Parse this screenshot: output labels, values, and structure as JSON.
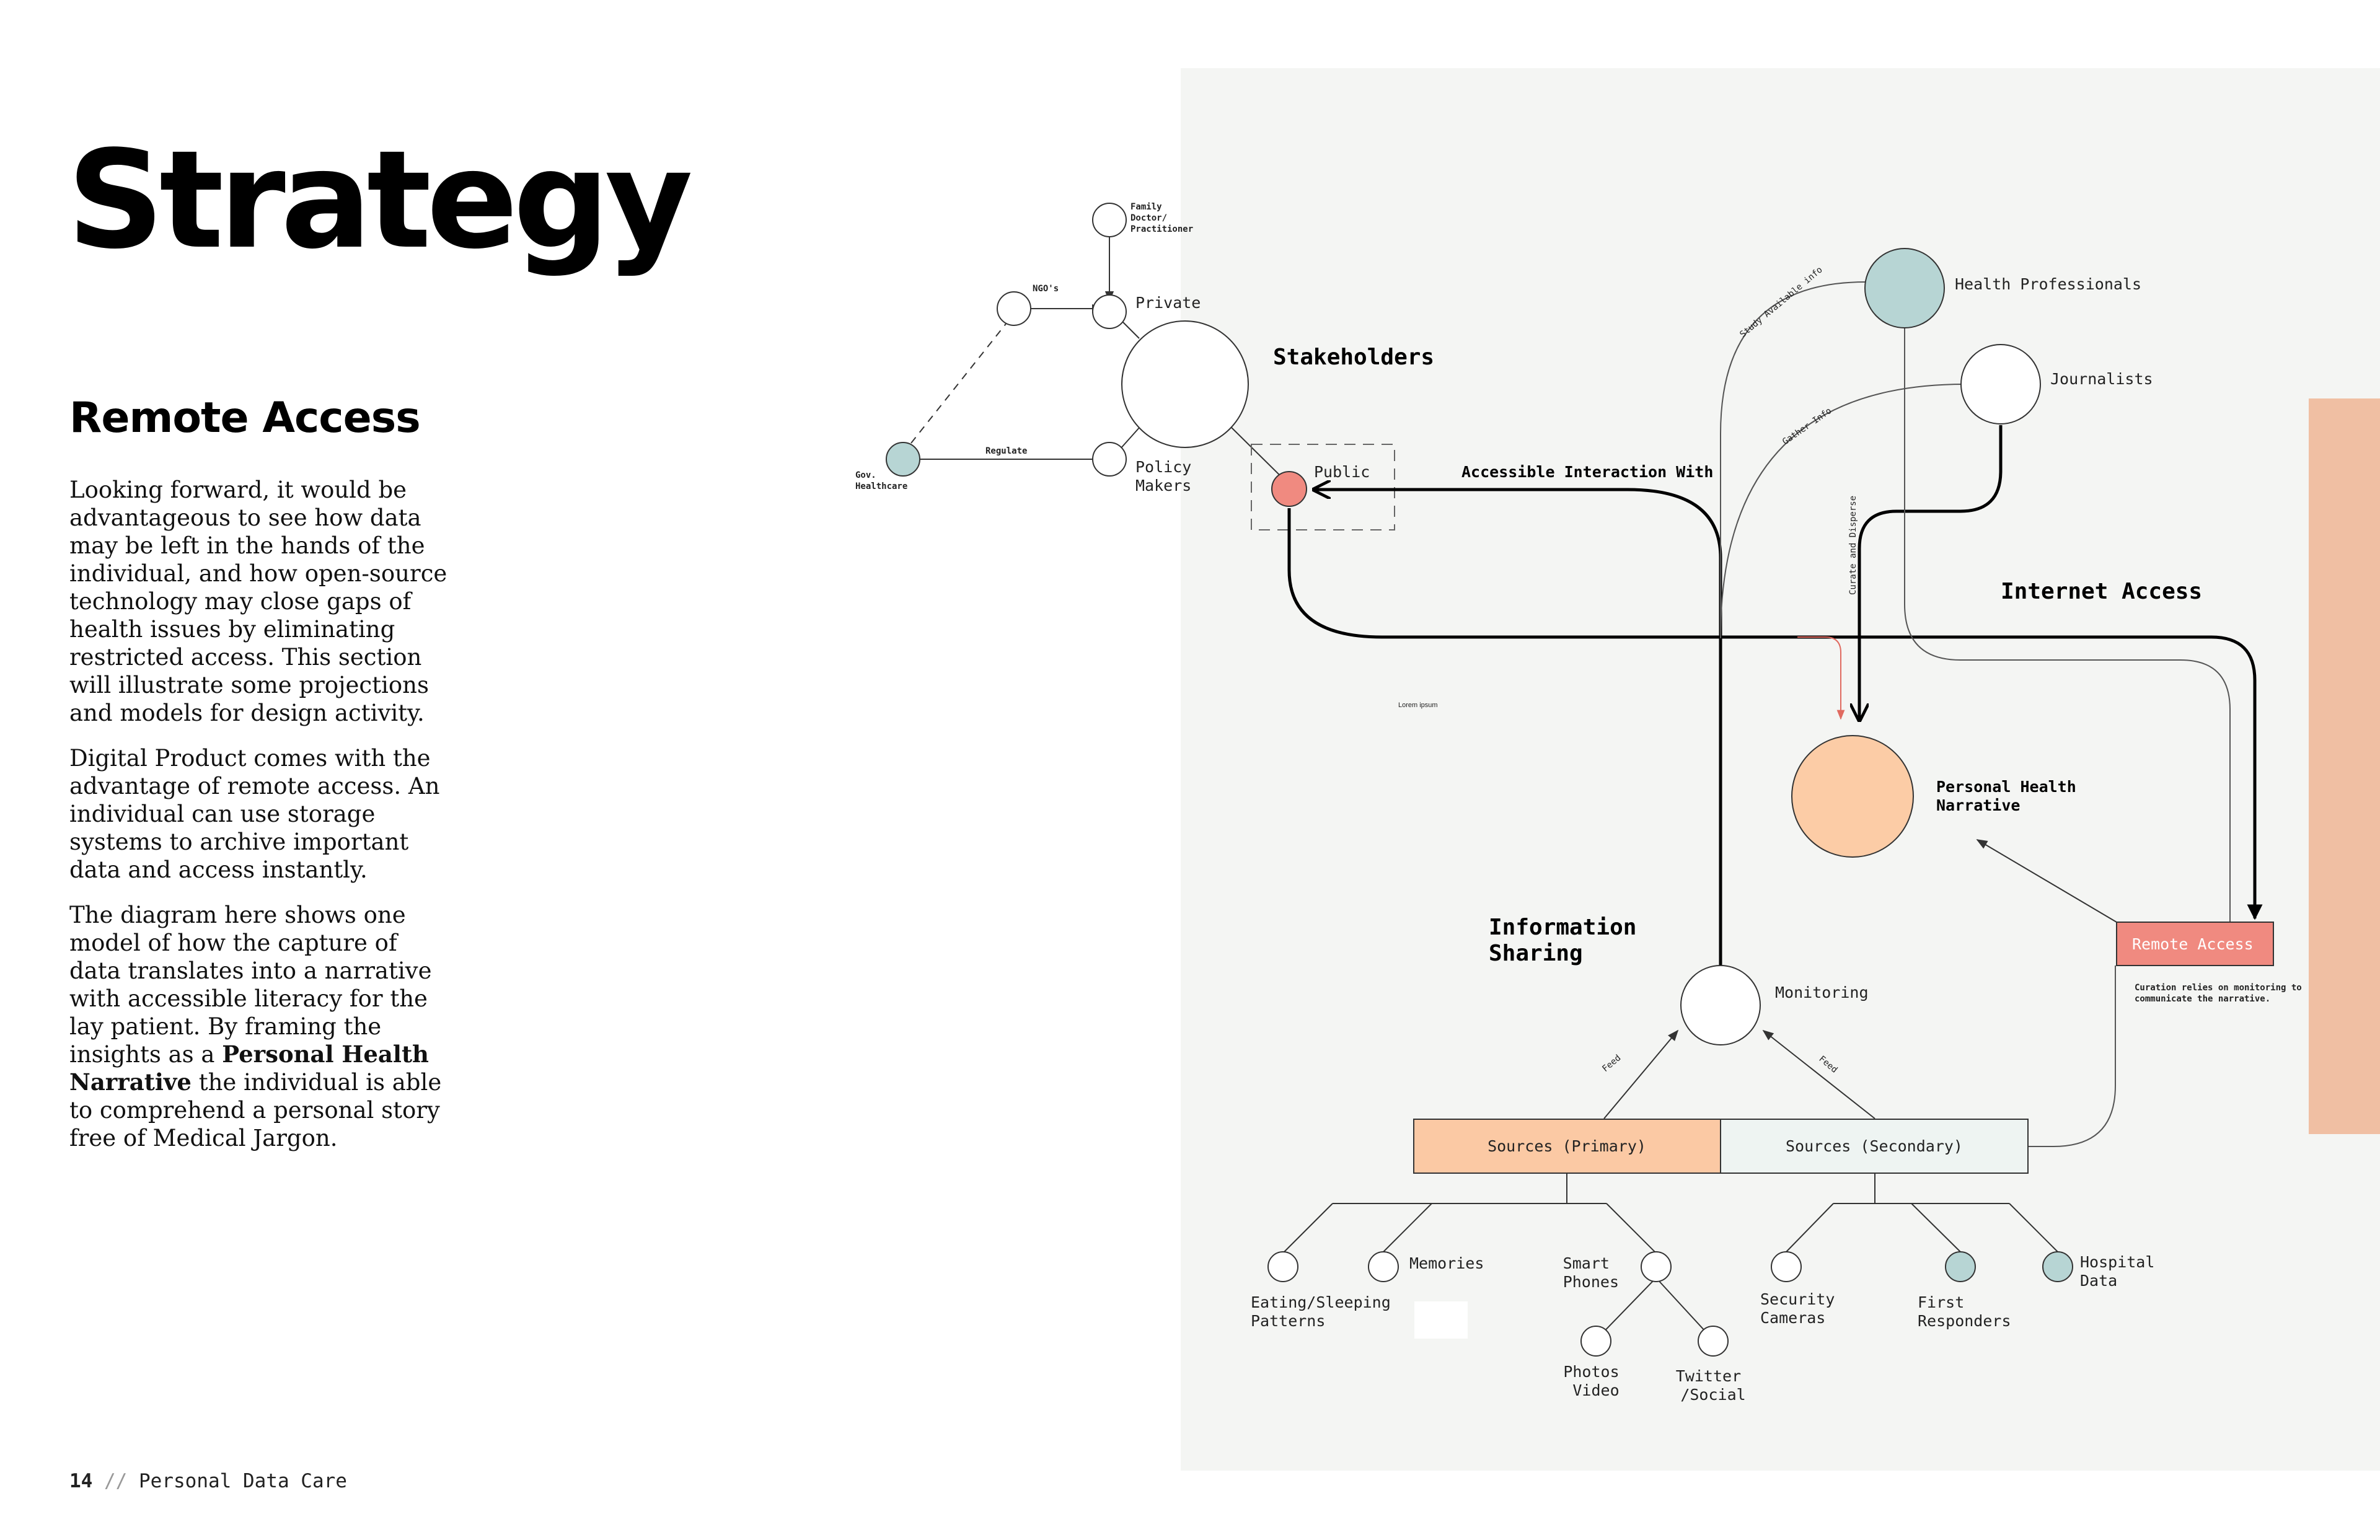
{
  "page": {
    "title": "Strategy",
    "subtitle": "Remote Access",
    "paragraph1": "Looking forward, it would be advantageous to see how data may be left in the hands of the individual, and how open-source technology may close gaps of health issues by eliminating restricted access. This section will illustrate some projections and models for design activity.",
    "paragraph2": "Digital Product comes with the advantage of remote access. An individual can use storage systems to archive important data and access instantly.",
    "paragraph3_start": "The diagram here shows one model of how the  capture of data translates into a narrative with accessible literacy for the lay patient. By framing the insights as a ",
    "paragraph3_bold": "Personal Health Narrative",
    "paragraph3_end": " the individual is able to comprehend a personal story free of Medical Jargon.",
    "page_number": "14",
    "page_separator": "//",
    "publication": "Personal Data Care"
  },
  "colors": {
    "panel_background": "#f4f5f3",
    "accent_bar": "#f0bfa3",
    "public_node": "#f08a80",
    "teal_node": "#b7d5d4",
    "narrative_node": "#fccca6",
    "remote_access_box": "#f08a80",
    "sources_primary": "#fbc9a4",
    "sources_secondary": "#eef4f2"
  },
  "diagram": {
    "stakeholders_heading": "Stakeholders",
    "family_doctor": [
      "Family",
      "Doctor/",
      "Practitioner"
    ],
    "ngos": "NGO's",
    "private": "Private",
    "policy_makers": [
      "Policy",
      "Makers"
    ],
    "gov_healthcare": [
      "Gov.",
      "Healthcare"
    ],
    "regulate": "Regulate",
    "public": "Public",
    "accessible_interaction": "Accessible Interaction With",
    "health_professionals": "Health Professionals",
    "journalists": "Journalists",
    "study_available_info": "Study Available info",
    "gather_info": "Gather Info",
    "curate_and_disperse": "Curate and Disperse",
    "internet_access": "Internet Access",
    "lorem_ipsum": "Lorem ipsum",
    "personal_health_narrative": [
      "Personal Health",
      "Narrative"
    ],
    "information_sharing": [
      "Information",
      "Sharing"
    ],
    "monitoring": "Monitoring",
    "remote_access": "Remote Access",
    "curation_note": [
      "Curation relies on monitoring to",
      "communicate the narrative."
    ],
    "feed_left": "Feed",
    "feed_right": "Feed",
    "sources_primary": "Sources (Primary)",
    "sources_secondary": "Sources (Secondary)",
    "eating_sleeping": [
      "Eating/Sleeping",
      "Patterns"
    ],
    "memories": "Memories",
    "smart_phones": [
      "Smart",
      "Phones"
    ],
    "photos_video": [
      "Photos",
      "Video"
    ],
    "twitter_social": [
      "Twitter",
      "/Social"
    ],
    "security_cameras": [
      "Security",
      "Cameras"
    ],
    "first_responders": [
      "First",
      "Responders"
    ],
    "hospital_data": [
      "Hospital",
      "Data"
    ]
  }
}
